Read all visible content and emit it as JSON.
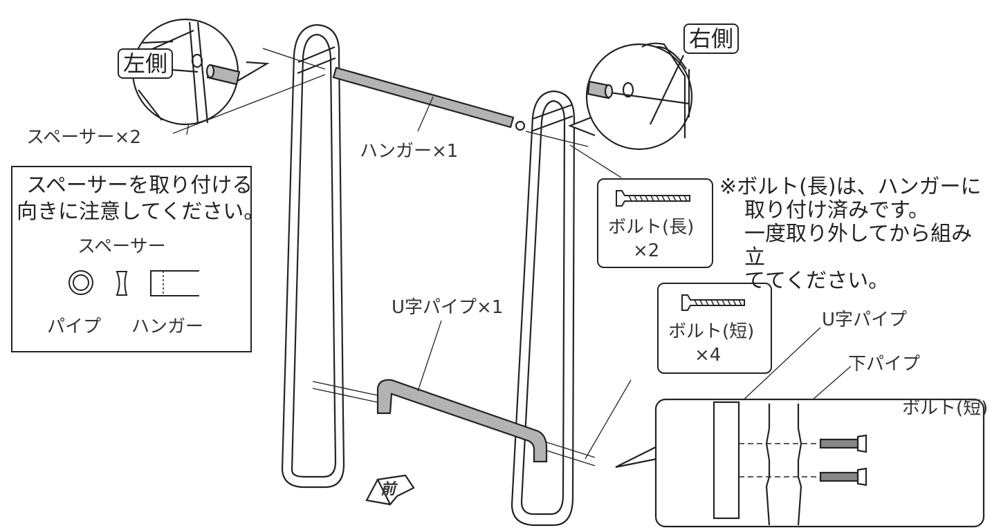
{
  "labels": {
    "left_side": "左側",
    "right_side": "右側",
    "spacer_x2": "スペーサー×2",
    "hanger_x1": "ハンガー×1",
    "u_pipe_x1": "U字パイプ×1",
    "front": "前",
    "u_pipe": "U字パイプ",
    "lower_pipe": "下パイプ",
    "bolt_short_callout": "ボルト(短)"
  },
  "caution_box": {
    "line1": "スペーサーを取り付ける",
    "line2": "向きに注意してください。",
    "spacer": "スペーサー",
    "pipe": "パイプ",
    "hanger": "ハンガー"
  },
  "bolt_long": {
    "name": "ボルト(長)",
    "qty": "×2"
  },
  "bolt_short": {
    "name": "ボルト(短)",
    "qty": "×4"
  },
  "note": {
    "line1": "※ボルト(長)は、ハンガーに",
    "line2": "取り付け済みです。",
    "line3": "一度取り外してから組み立",
    "line4": "ててください。"
  },
  "icons": [
    "bolt-long-icon",
    "bolt-short-icon",
    "pipe-ring-icon",
    "spacer-icon",
    "hanger-end-icon",
    "front-arrow-icon"
  ]
}
